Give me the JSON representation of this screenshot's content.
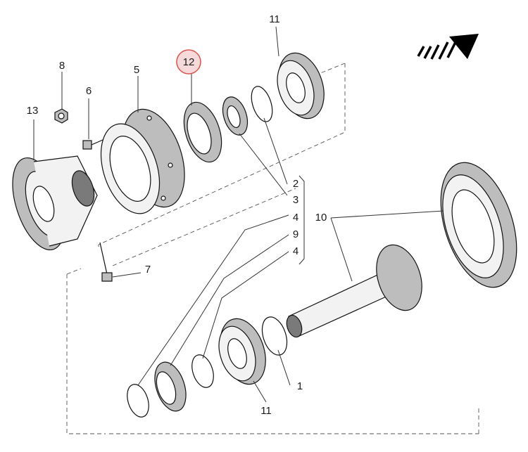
{
  "colors": {
    "highlight_fill": "#f6dada",
    "highlight_stroke": "#d9534f",
    "line": "#111111",
    "arrow": "#000000"
  },
  "callouts": {
    "c1": "1",
    "c2": "2",
    "c3": "3",
    "c4a": "4",
    "c9": "9",
    "c4b": "4",
    "c5": "5",
    "c6": "6",
    "c7": "7",
    "c8": "8",
    "c10": "10",
    "c11_top": "11",
    "c11_bottom": "11",
    "c12": "12",
    "c13": "13"
  },
  "icons": {
    "direction": "direction-arrow-icon"
  }
}
